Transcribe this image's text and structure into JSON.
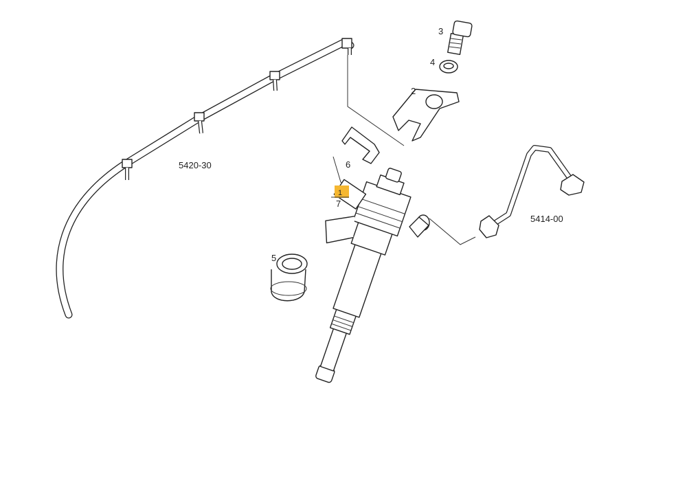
{
  "diagram": {
    "callouts": {
      "c1": "1",
      "c2": "2",
      "c3": "3",
      "c4": "4",
      "c5": "5",
      "c6": "6",
      "c7": "7",
      "return_line": "5420-30",
      "fuel_pipe": "5414-00"
    },
    "highlight_color": "#f5b731"
  }
}
